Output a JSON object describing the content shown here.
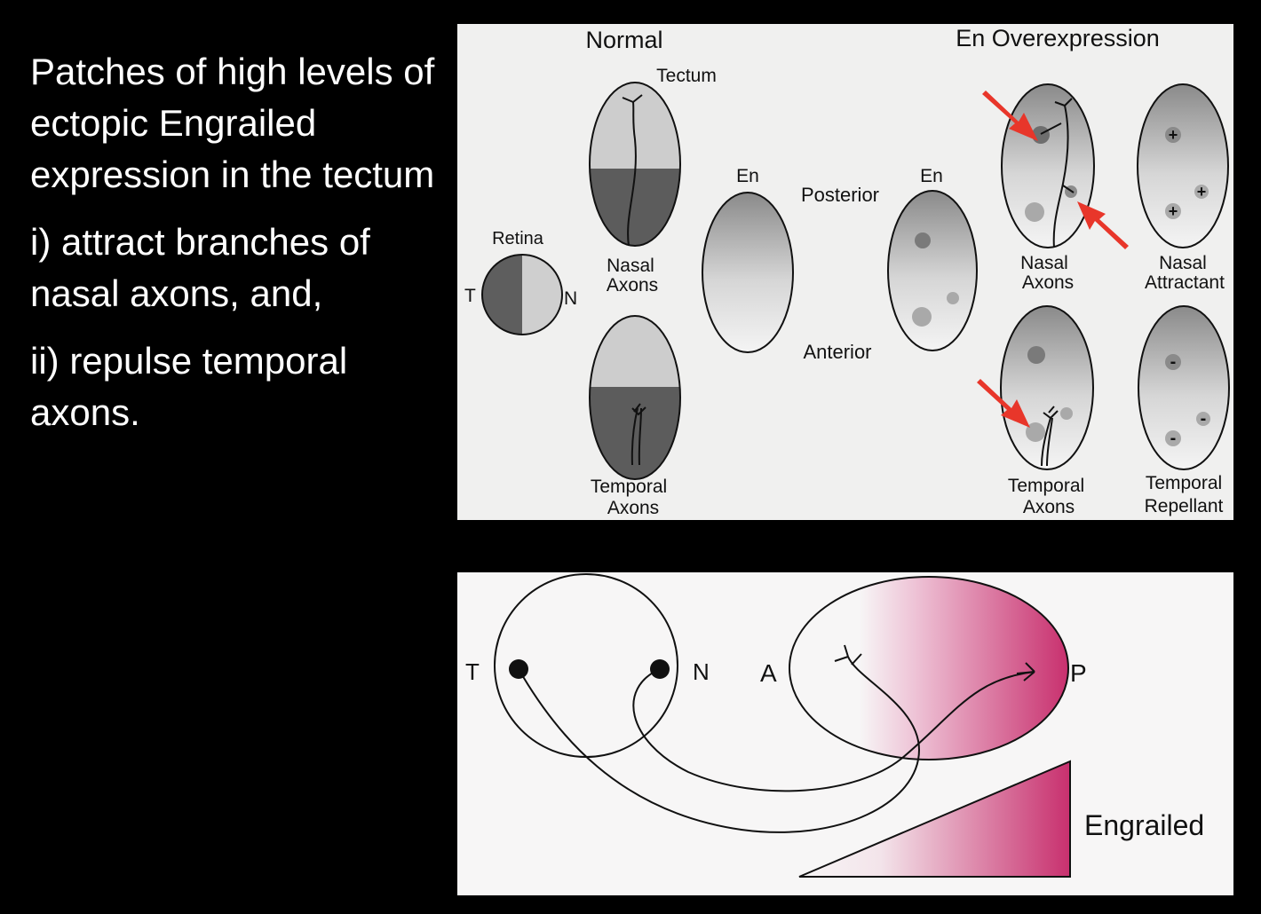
{
  "bullets": {
    "intro": "Patches of high levels of ectopic Engrailed expression in the tectum",
    "point_i": "i) attract branches of nasal axons, and,",
    "point_ii": "ii) repulse temporal axons."
  },
  "top_diagram": {
    "heading_normal": "Normal",
    "heading_overexpression": "En Overexpression",
    "tectum": "Tectum",
    "retina": "Retina",
    "retina_t": "T",
    "retina_n": "N",
    "en_left": "En",
    "en_right": "En",
    "posterior": "Posterior",
    "anterior": "Anterior",
    "nasal_axons_1": "Nasal",
    "nasal_axons_2": "Axons",
    "temporal_axons_1": "Temporal",
    "temporal_axons_2": "Axons",
    "nasal_attractant_1": "Nasal",
    "nasal_attractant_2": "Attractant",
    "temporal_repellant_1": "Temporal",
    "temporal_repellant_2": "Repellant",
    "plus": "+",
    "minus": "-"
  },
  "bottom_diagram": {
    "label_t": "T",
    "label_n": "N",
    "label_a": "A",
    "label_p": "P",
    "engrailed": "Engrailed"
  },
  "colors": {
    "background": "#000000",
    "text": "#ffffff",
    "arrow": "#e8362a",
    "engrailed_gradient": "#cc3373"
  }
}
